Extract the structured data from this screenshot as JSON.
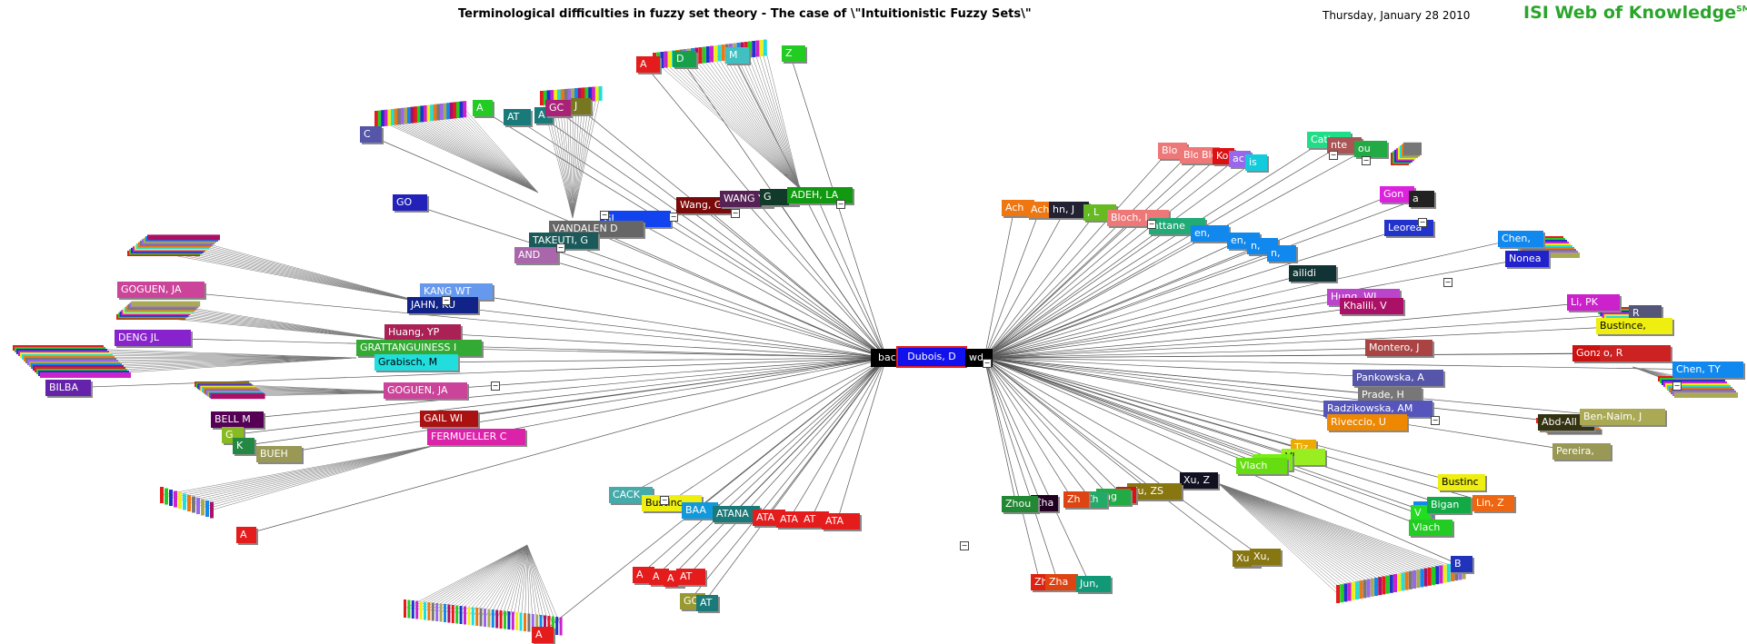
{
  "header": {
    "title": "Terminological difficulties in fuzzy set theory - The case of \\\"Intuitionistic Fuzzy Sets\\\"",
    "date": "Thursday, January 28 2010",
    "brand": "ISI Web of Knowledge",
    "brand_mark": "SM"
  },
  "center": {
    "left_label": "bac",
    "selected_label": "Dubois, D",
    "right_label": "wd"
  },
  "left_nodes": [
    {
      "label": "A",
      "color": "#e51c1c"
    },
    {
      "label": "D",
      "color": "#16a04a"
    },
    {
      "label": "M",
      "color": "#40c0c0"
    },
    {
      "label": "Z",
      "color": "#22cc22"
    },
    {
      "label": "C",
      "color": "#5555aa"
    },
    {
      "label": "A",
      "color": "#22cc22"
    },
    {
      "label": "AT",
      "color": "#1a7a7a"
    },
    {
      "label": "A",
      "color": "#1a7a7a"
    },
    {
      "label": "GC",
      "color": "#aa2277"
    },
    {
      "label": "J",
      "color": "#777722"
    },
    {
      "label": "Wang, G",
      "color": "#7a0a0a"
    },
    {
      "label": "WANG Y",
      "color": "#552255"
    },
    {
      "label": "G",
      "color": "#123a2a"
    },
    {
      "label": "ADEH, LA",
      "color": "#119911"
    },
    {
      "label": "GO",
      "color": "#2222bb"
    },
    {
      "label": "GL",
      "color": "#1144ee"
    },
    {
      "label": "VANDALEN D",
      "color": "#666666"
    },
    {
      "label": "TAKEUTI, G",
      "color": "#1a5a5a"
    },
    {
      "label": "AND",
      "color": "#aa66aa"
    },
    {
      "label": "GOGUEN, JA",
      "color": "#cc4499"
    },
    {
      "label": "KANG WT",
      "color": "#6699ee"
    },
    {
      "label": "JAHN, KU",
      "color": "#112288"
    },
    {
      "label": "DENG JL",
      "color": "#8822cc"
    },
    {
      "label": "Huang, YP",
      "color": "#aa2255"
    },
    {
      "label": "GRATTANGUINESS I",
      "color": "#33aa33"
    },
    {
      "label": "Grabisch, M",
      "color": "#22dddd"
    },
    {
      "label": "BILBA",
      "color": "#6622aa"
    },
    {
      "label": "GOGUEN, JA",
      "color": "#cc4499"
    },
    {
      "label": "BELL M",
      "color": "#550055"
    },
    {
      "label": "G",
      "color": "#88bb22"
    },
    {
      "label": "K",
      "color": "#228844"
    },
    {
      "label": "BUEH",
      "color": "#999955"
    },
    {
      "label": "GAIL WI",
      "color": "#aa1111"
    },
    {
      "label": "FERMUELLER C",
      "color": "#dd22aa"
    },
    {
      "label": "A",
      "color": "#e51c1c"
    },
    {
      "label": "CACK",
      "color": "#44aaaa"
    },
    {
      "label": "Bustinc",
      "color": "#eeee11"
    },
    {
      "label": "BAA",
      "color": "#1199dd"
    },
    {
      "label": "ATANA",
      "color": "#1a7a7a"
    },
    {
      "label": "ATA",
      "color": "#e51c1c"
    },
    {
      "label": "ATA",
      "color": "#e51c1c"
    },
    {
      "label": "AT",
      "color": "#e51c1c"
    },
    {
      "label": "ATA",
      "color": "#e51c1c"
    },
    {
      "label": "A",
      "color": "#e51c1c"
    },
    {
      "label": "A",
      "color": "#e51c1c"
    },
    {
      "label": "A",
      "color": "#e51c1c"
    },
    {
      "label": "AT",
      "color": "#e51c1c"
    },
    {
      "label": "GO",
      "color": "#999933"
    },
    {
      "label": "AT",
      "color": "#1a7a7a"
    },
    {
      "label": "A",
      "color": "#e51c1c"
    }
  ],
  "right_nodes": [
    {
      "label": "Ach",
      "color": "#ee7711"
    },
    {
      "label": "Ach",
      "color": "#ee7711"
    },
    {
      "label": "hn, J",
      "color": "#222233"
    },
    {
      "label": ", L",
      "color": "#66bb22"
    },
    {
      "label": "Bloch, I",
      "color": "#ee7777"
    },
    {
      "label": "Blo",
      "color": "#ee7777"
    },
    {
      "label": "Blo",
      "color": "#ee7777"
    },
    {
      "label": "Blo",
      "color": "#ee7777"
    },
    {
      "label": "Ko",
      "color": "#dd1111"
    },
    {
      "label": "ac",
      "color": "#9966ee"
    },
    {
      "label": "is",
      "color": "#11ccdd"
    },
    {
      "label": "Cattan",
      "color": "#22dd88"
    },
    {
      "label": "nte",
      "color": "#aa5555"
    },
    {
      "label": "ou",
      "color": "#22aa44"
    },
    {
      "label": "attane",
      "color": "#22aa77"
    },
    {
      "label": "en,",
      "color": "#1188ee"
    },
    {
      "label": "en,",
      "color": "#1188ee"
    },
    {
      "label": "n,",
      "color": "#1188ee"
    },
    {
      "label": "n,",
      "color": "#1188ee"
    },
    {
      "label": "Gon",
      "color": "#dd22dd"
    },
    {
      "label": "a",
      "color": "#222222"
    },
    {
      "label": "Leorea",
      "color": "#2233cc"
    },
    {
      "label": "ailidi",
      "color": "#113333"
    },
    {
      "label": "Chen,",
      "color": "#1188ee"
    },
    {
      "label": "Nonea",
      "color": "#2222cc"
    },
    {
      "label": "Hung, WL",
      "color": "#bb44cc"
    },
    {
      "label": "Khalili, V",
      "color": "#aa1166"
    },
    {
      "label": "Li, PK",
      "color": "#cc22cc"
    },
    {
      "label": "R",
      "color": "#555577"
    },
    {
      "label": "Bustince,",
      "color": "#eeee11"
    },
    {
      "label": "Montero, J",
      "color": "#aa4444"
    },
    {
      "label": "Gonz",
      "color": "#cc1111"
    },
    {
      "label": "o, R",
      "color": "#cc2222"
    },
    {
      "label": "Chen, TY",
      "color": "#1188ee"
    },
    {
      "label": "Pankowska, A",
      "color": "#5555aa"
    },
    {
      "label": "Prade, H",
      "color": "#777777"
    },
    {
      "label": "Radzikowska, AM",
      "color": "#5555bb"
    },
    {
      "label": "Riveccio, U",
      "color": "#ee8800"
    },
    {
      "label": "Abd-All",
      "color": "#333311"
    },
    {
      "label": "Ben-Naim, J",
      "color": "#aaaa55"
    },
    {
      "label": "Pereira,",
      "color": "#999955"
    },
    {
      "label": "Tiz",
      "color": "#eeaa00"
    },
    {
      "label": "Vl",
      "color": "#99ee22"
    },
    {
      "label": "Vlad",
      "color": "#77ee11"
    },
    {
      "label": "Vlach",
      "color": "#66dd11"
    },
    {
      "label": "Xu, Z",
      "color": "#111122"
    },
    {
      "label": "Xu, ZS",
      "color": "#887711"
    },
    {
      "label": "Y",
      "color": "#dd1111"
    },
    {
      "label": "Yag",
      "color": "#22aa44"
    },
    {
      "label": "Zh",
      "color": "#22aa66"
    },
    {
      "label": "Zh",
      "color": "#dd4411"
    },
    {
      "label": "Zha",
      "color": "#220022"
    },
    {
      "label": "Zhou",
      "color": "#228833"
    },
    {
      "label": "Zh",
      "color": "#dd2211"
    },
    {
      "label": "Zha",
      "color": "#dd4411"
    },
    {
      "label": "Jun,",
      "color": "#119977"
    },
    {
      "label": "Xu,",
      "color": "#887711"
    },
    {
      "label": "Xu,",
      "color": "#887711"
    },
    {
      "label": "Bustinc",
      "color": "#eeee11"
    },
    {
      "label": "F",
      "color": "#1188ee"
    },
    {
      "label": "V",
      "color": "#22dd22"
    },
    {
      "label": "Bigan",
      "color": "#11aa44"
    },
    {
      "label": "Lin, Z",
      "color": "#ee6611"
    },
    {
      "label": "Vlach",
      "color": "#22cc22"
    },
    {
      "label": "B",
      "color": "#2233bb"
    }
  ]
}
